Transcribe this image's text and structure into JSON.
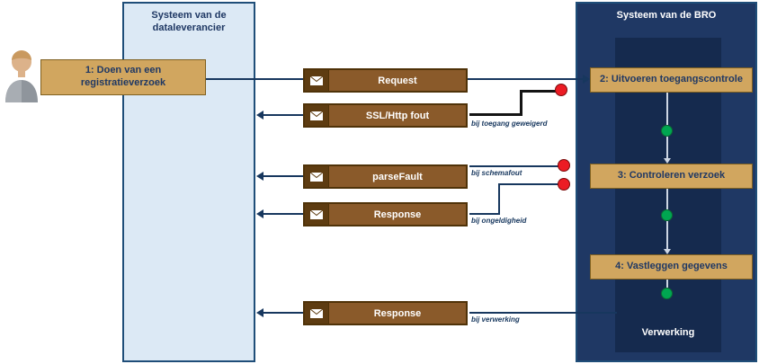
{
  "actor": {
    "label": "1: Doen van een registratieverzoek"
  },
  "lanes": {
    "supplier": {
      "title": "Systeem van de dataleverancier"
    },
    "bro": {
      "title": "Systeem van de BRO",
      "activation": "Verwerking"
    }
  },
  "messages": {
    "request": {
      "label": "Request"
    },
    "ssl_fout": {
      "label": "SSL/Http fout",
      "note": "bij toegang geweigerd"
    },
    "parse_fault": {
      "label": "parseFault",
      "note": "bij schemafout"
    },
    "response_invalid": {
      "label": "Response",
      "note": "bij ongeldigheid"
    },
    "response_ok": {
      "label": "Response",
      "note": "bij verwerking"
    }
  },
  "steps": {
    "step2": "2: Uitvoeren toegangscontrole",
    "step3": "3:  Controleren verzoek",
    "step4": "4: Vastleggen gegevens"
  },
  "colors": {
    "lane_supplier_fill": "#dce9f5",
    "lane_border": "#1f4e79",
    "lane_bro_fill": "#1f3864",
    "activation_fill": "#152a4e",
    "box_tan_fill": "#d1a65f",
    "box_tan_border": "#7f6020",
    "message_fill": "#8a5a2a",
    "message_border": "#4f3208",
    "message_icon_fill": "#5e3c11",
    "arrow_navy": "#17375e",
    "error_line": "#141414",
    "red_dot": "#ec1c24",
    "green_dot": "#00a651",
    "flow_line": "#cdd6e4"
  }
}
